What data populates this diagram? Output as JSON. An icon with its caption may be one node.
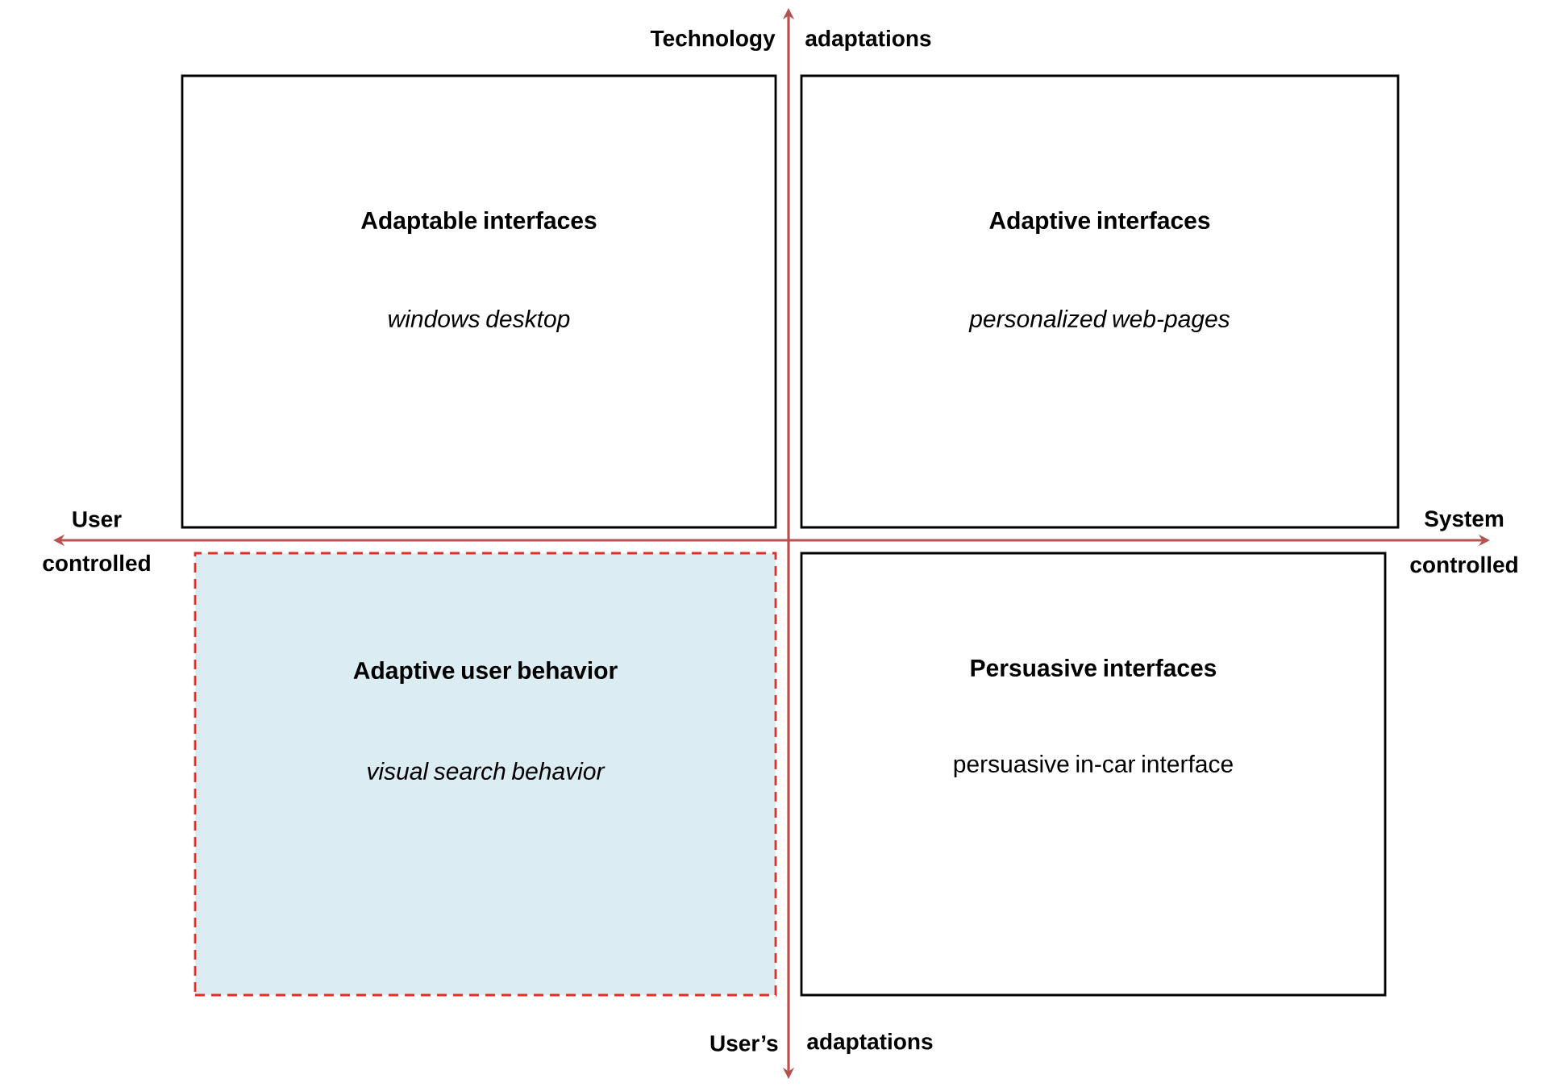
{
  "diagram": {
    "nodes": [
      {
        "text": [
          "Adaptable interfaces",
          "windows  desktop"
        ]
      },
      {
        "text": [
          "Adaptive  interfaces",
          "personalized  web-pages"
        ]
      },
      {
        "text": [
          "Adaptive user behavior",
          "visual  search behavior"
        ]
      },
      {
        "text": [
          "Persuasive interfaces",
          "persuasive in-car interface"
        ]
      }
    ],
    "labels": [
      "Technology",
      "adaptations",
      "User",
      "controlled",
      "System",
      "controlled",
      "User’s",
      "adaptations"
    ]
  }
}
